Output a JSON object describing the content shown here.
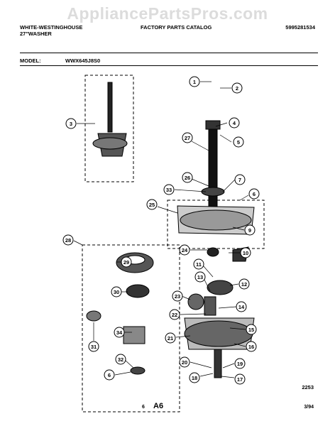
{
  "watermark": "AppliancePartsPros.com",
  "header": {
    "brand_line1": "WHITE-WESTINGHOUSE",
    "brand_line2": "27\"WASHER",
    "catalog_title": "FACTORY PARTS CATALOG",
    "catalog_number": "5995281534",
    "model_label": "MODEL:",
    "model_number": "WWX645J8S0"
  },
  "callouts": [
    "1",
    "2",
    "3",
    "4",
    "5",
    "27",
    "26",
    "7",
    "33",
    "6",
    "25",
    "9",
    "24",
    "10",
    "11",
    "12",
    "23",
    "13",
    "14",
    "22",
    "15",
    "21",
    "16",
    "20",
    "19",
    "18",
    "17",
    "29",
    "30",
    "28",
    "31",
    "34",
    "32",
    "6"
  ],
  "footer": {
    "code": "2253",
    "page_num": "6",
    "section": "A6",
    "date": "3/94"
  }
}
